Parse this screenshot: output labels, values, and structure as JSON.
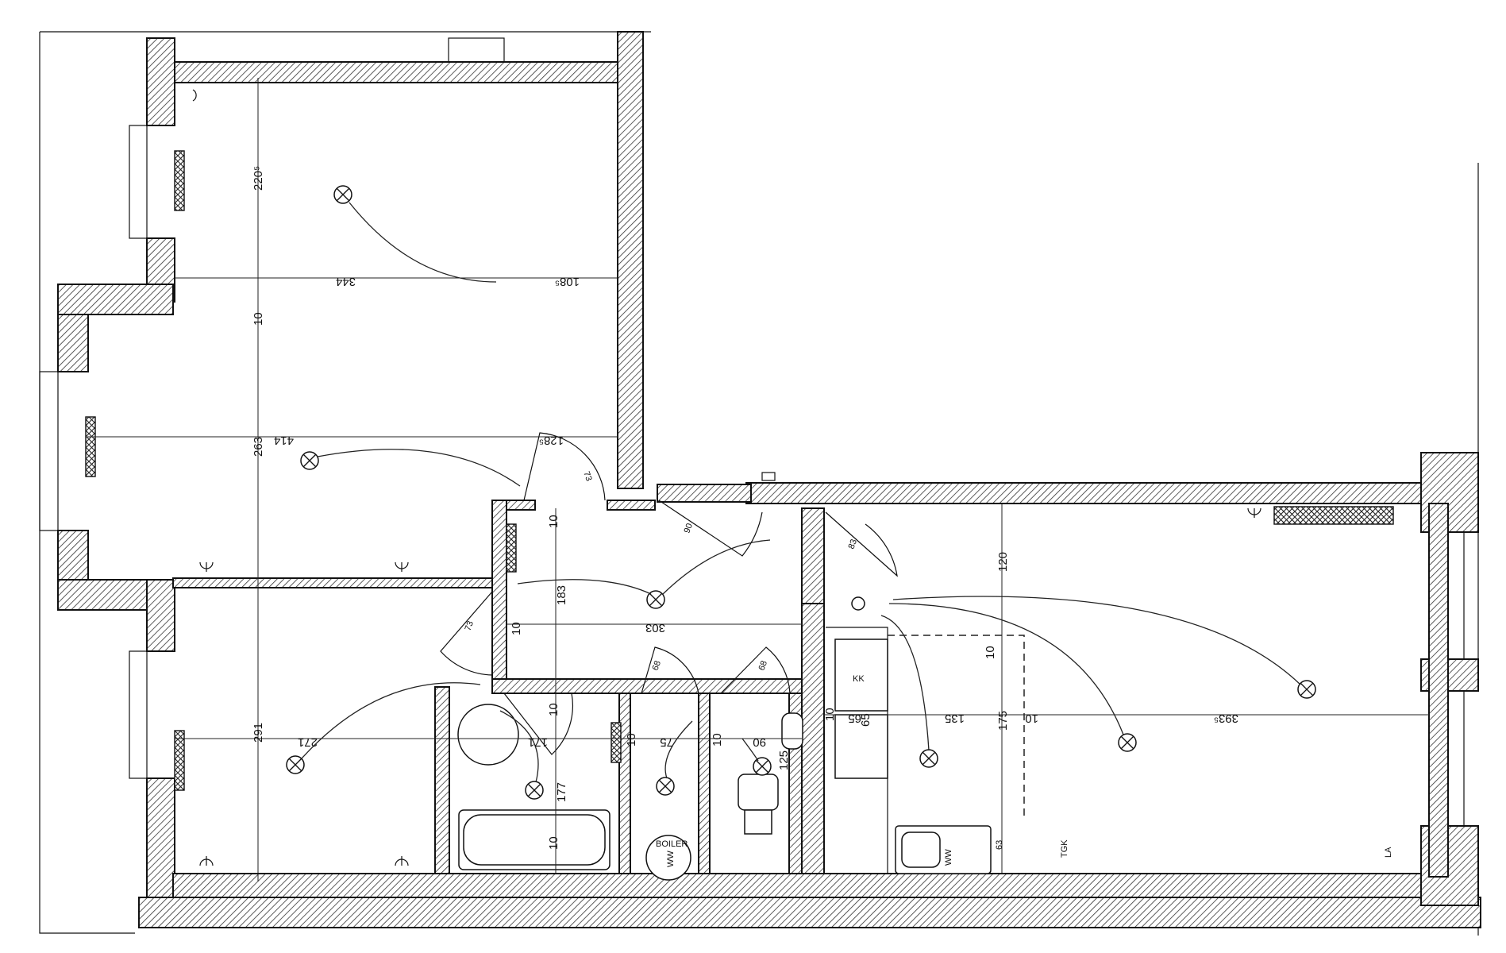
{
  "labels": {
    "boiler": "BOILER",
    "ww1": "WW",
    "ww2": "WW",
    "kk": "KK",
    "tgk": "TGK",
    "la": "LA"
  },
  "dimensions": {
    "d_220": "220⁵",
    "d_344": "344",
    "d_108": "108⁵",
    "d_10a": "10",
    "d_414": "414",
    "d_128": "128⁵",
    "d_263": "263",
    "d_73a": "73",
    "d_90a": "90",
    "d_83": "83",
    "d_10b": "10",
    "d_183": "183",
    "d_120": "120",
    "d_10c": "10",
    "d_303": "303",
    "d_10d": "10",
    "d_73b": "73",
    "d_10e": "10",
    "d_68a": "68",
    "d_68b": "68",
    "d_291": "291",
    "d_271": "271",
    "d_171": "171",
    "d_10f": "10",
    "d_75": "75",
    "d_10g": "10",
    "d_90b": "90",
    "d_10h": "10",
    "d_65a": "65",
    "d_65b": "65",
    "d_135": "135",
    "d_175": "175",
    "d_10i": "10",
    "d_393": "393⁵",
    "d_125": "125",
    "d_177": "177",
    "d_10j": "10",
    "d_63": "63"
  }
}
